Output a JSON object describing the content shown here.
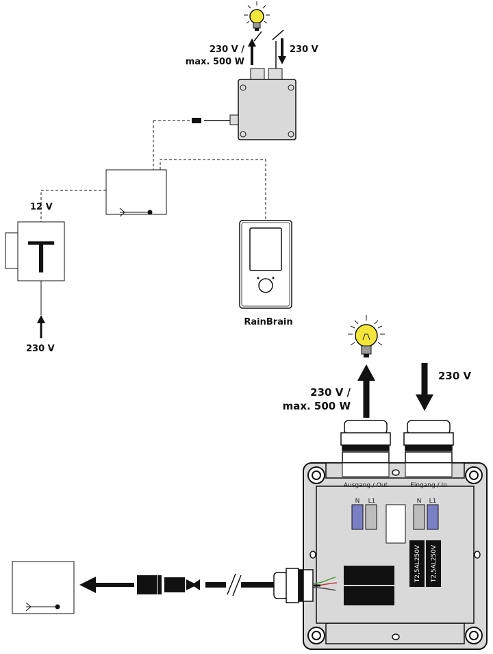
{
  "top": {
    "out_voltage": "230 V /",
    "out_power": "max. 500 W",
    "in_voltage": "230 V",
    "psu_voltage": "12 V",
    "psu_symbol": "T",
    "psu_input": "230 V",
    "controller_name": "RainBrain"
  },
  "bottom": {
    "out_voltage": "230 V /",
    "out_power": "max. 500 W",
    "in_voltage": "230 V",
    "label_out": "Ausgang / Out",
    "label_in": "Eingang / In",
    "out_n": "N",
    "out_l1": "L1",
    "in_n": "N",
    "in_l1": "L1",
    "fuse_1": "T2,5AL250V",
    "fuse_2": "T2,5AL250V"
  },
  "colors": {
    "line": "#111111",
    "box_fill": "#d9d9d9",
    "terminal_blue": "#7b7fc4",
    "terminal_grey": "#bdbdbd",
    "bulb": "#f2e63a"
  }
}
